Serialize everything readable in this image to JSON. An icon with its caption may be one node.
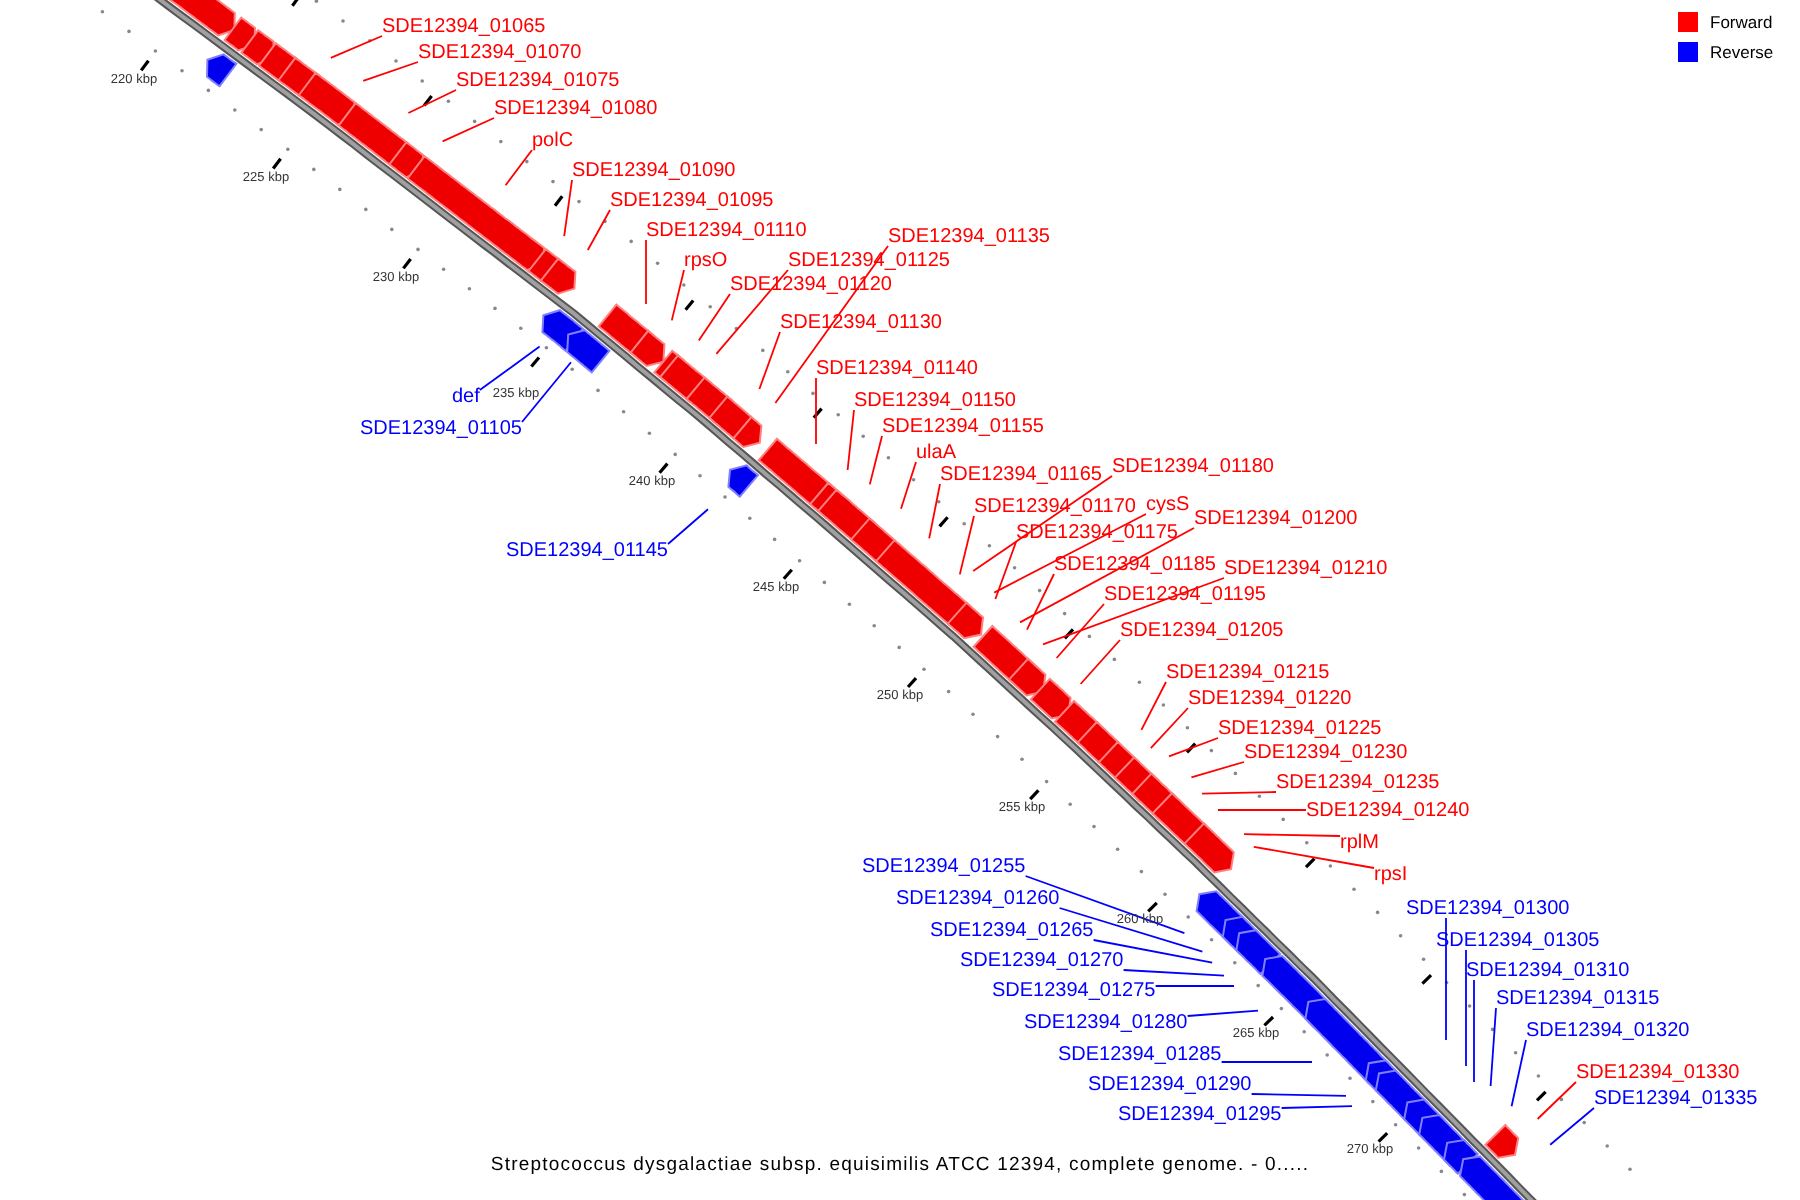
{
  "diagram": {
    "caption": "Streptococcus dysgalactiae subsp. equisimilis ATCC 12394, complete genome. - 0.....",
    "nodes": [
      {
        "text": [
          "SDE12394_01065"
        ]
      },
      {
        "text": [
          "SDE12394_01070"
        ]
      },
      {
        "text": [
          "SDE12394_01075"
        ]
      },
      {
        "text": [
          "SDE12394_01080"
        ]
      },
      {
        "text": [
          "polC"
        ]
      },
      {
        "text": [
          "SDE12394_01090"
        ]
      },
      {
        "text": [
          "SDE12394_01095"
        ]
      },
      {
        "text": [
          "SDE12394_01110"
        ]
      },
      {
        "text": [
          "SDE12394_01135"
        ]
      },
      {
        "text": [
          "rpsO"
        ]
      },
      {
        "text": [
          "SDE12394_01125"
        ]
      },
      {
        "text": [
          "SDE12394_01120"
        ]
      },
      {
        "text": [
          "SDE12394_01130"
        ]
      },
      {
        "text": [
          "SDE12394_01140"
        ]
      },
      {
        "text": [
          "def"
        ]
      },
      {
        "text": [
          "SDE12394_01150"
        ]
      },
      {
        "text": [
          "SDE12394_01105"
        ]
      },
      {
        "text": [
          "SDE12394_01155"
        ]
      },
      {
        "text": [
          "ulaA"
        ]
      },
      {
        "text": [
          "SDE12394_01180"
        ]
      },
      {
        "text": [
          "SDE12394_01165"
        ]
      },
      {
        "text": [
          "cysS"
        ]
      },
      {
        "text": [
          "SDE12394_01170"
        ]
      },
      {
        "text": [
          "SDE12394_01200"
        ]
      },
      {
        "text": [
          "SDE12394_01175"
        ]
      },
      {
        "text": [
          "SDE12394_01145"
        ]
      },
      {
        "text": [
          "SDE12394_01185"
        ]
      },
      {
        "text": [
          "SDE12394_01210"
        ]
      },
      {
        "text": [
          "SDE12394_01195"
        ]
      },
      {
        "text": [
          "SDE12394_01205"
        ]
      },
      {
        "text": [
          "SDE12394_01215"
        ]
      },
      {
        "text": [
          "SDE12394_01220"
        ]
      },
      {
        "text": [
          "SDE12394_01225"
        ]
      },
      {
        "text": [
          "SDE12394_01230"
        ]
      },
      {
        "text": [
          "SDE12394_01235"
        ]
      },
      {
        "text": [
          "SDE12394_01240"
        ]
      },
      {
        "text": [
          "rplM"
        ]
      },
      {
        "text": [
          "SDE12394_01255"
        ]
      },
      {
        "text": [
          "rpsI"
        ]
      },
      {
        "text": [
          "SDE12394_01260"
        ]
      },
      {
        "text": [
          "SDE12394_01300"
        ]
      },
      {
        "text": [
          "SDE12394_01265"
        ]
      },
      {
        "text": [
          "SDE12394_01305"
        ]
      },
      {
        "text": [
          "SDE12394_01270"
        ]
      },
      {
        "text": [
          "SDE12394_01310"
        ]
      },
      {
        "text": [
          "SDE12394_01275"
        ]
      },
      {
        "text": [
          "SDE12394_01315"
        ]
      },
      {
        "text": [
          "SDE12394_01280"
        ]
      },
      {
        "text": [
          "SDE12394_01320"
        ]
      },
      {
        "text": [
          "SDE12394_01285"
        ]
      },
      {
        "text": [
          "SDE12394_01330"
        ]
      },
      {
        "text": [
          "SDE12394_01290"
        ]
      },
      {
        "text": [
          "SDE12394_01335"
        ]
      },
      {
        "text": [
          "SDE12394_01295"
        ]
      }
    ],
    "edges": [
      {
        "from": 0,
        "to": null,
        "arrow": "none"
      },
      {
        "from": 1,
        "to": null,
        "arrow": "none"
      },
      {
        "from": 2,
        "to": null,
        "arrow": "none"
      },
      {
        "from": 3,
        "to": null,
        "arrow": "none"
      },
      {
        "from": 4,
        "to": null,
        "arrow": "none"
      },
      {
        "from": 5,
        "to": null,
        "arrow": "none"
      },
      {
        "from": 6,
        "to": null,
        "arrow": "none"
      },
      {
        "from": 7,
        "to": null,
        "arrow": "none"
      },
      {
        "from": 8,
        "to": null,
        "arrow": "none"
      },
      {
        "from": 9,
        "to": null,
        "arrow": "none"
      },
      {
        "from": 10,
        "to": null,
        "arrow": "none"
      },
      {
        "from": 11,
        "to": null,
        "arrow": "none"
      },
      {
        "from": 12,
        "to": null,
        "arrow": "none"
      },
      {
        "from": 13,
        "to": null,
        "arrow": "none"
      },
      {
        "from": 14,
        "to": null,
        "arrow": "none",
        "color": "#0000ff"
      },
      {
        "from": 15,
        "to": null,
        "arrow": "none"
      },
      {
        "from": 16,
        "to": null,
        "arrow": "none",
        "color": "#0000ff"
      },
      {
        "from": 17,
        "to": null,
        "arrow": "none"
      },
      {
        "from": 18,
        "to": null,
        "arrow": "none"
      },
      {
        "from": 19,
        "to": null,
        "arrow": "none"
      },
      {
        "from": 20,
        "to": null,
        "arrow": "none"
      },
      {
        "from": 21,
        "to": null,
        "arrow": "none"
      },
      {
        "from": 22,
        "to": null,
        "arrow": "none"
      },
      {
        "from": 23,
        "to": null,
        "arrow": "none"
      },
      {
        "from": 24,
        "to": null,
        "arrow": "none"
      },
      {
        "from": 25,
        "to": null,
        "arrow": "none",
        "color": "#0000ff"
      },
      {
        "from": 26,
        "to": null,
        "arrow": "none"
      },
      {
        "from": 27,
        "to": null,
        "arrow": "none"
      },
      {
        "from": 28,
        "to": null,
        "arrow": "none"
      },
      {
        "from": 29,
        "to": null,
        "arrow": "none"
      },
      {
        "from": 30,
        "to": null,
        "arrow": "none"
      },
      {
        "from": 31,
        "to": null,
        "arrow": "none"
      },
      {
        "from": 32,
        "to": null,
        "arrow": "none"
      },
      {
        "from": 33,
        "to": null,
        "arrow": "none"
      },
      {
        "from": 34,
        "to": null,
        "arrow": "none"
      },
      {
        "from": 35,
        "to": null,
        "arrow": "none"
      },
      {
        "from": 36,
        "to": null,
        "arrow": "none"
      },
      {
        "from": 37,
        "to": null,
        "arrow": "none",
        "color": "#0000ff"
      },
      {
        "from": 38,
        "to": null,
        "arrow": "none"
      },
      {
        "from": 39,
        "to": null,
        "arrow": "none",
        "color": "#0000ff"
      },
      {
        "from": 40,
        "to": null,
        "arrow": "none",
        "color": "#0000ff"
      },
      {
        "from": 41,
        "to": null,
        "arrow": "none",
        "color": "#0000ff"
      },
      {
        "from": 42,
        "to": null,
        "arrow": "none",
        "color": "#0000ff"
      },
      {
        "from": 43,
        "to": null,
        "arrow": "none",
        "color": "#0000ff"
      },
      {
        "from": 44,
        "to": null,
        "arrow": "none",
        "color": "#0000ff"
      },
      {
        "from": 45,
        "to": null,
        "arrow": "none",
        "color": "#0000ff"
      },
      {
        "from": 46,
        "to": null,
        "arrow": "none",
        "color": "#0000ff"
      },
      {
        "from": 47,
        "to": null,
        "arrow": "none",
        "color": "#0000ff"
      },
      {
        "from": 48,
        "to": null,
        "arrow": "none",
        "color": "#0000ff"
      },
      {
        "from": 49,
        "to": null,
        "arrow": "none",
        "color": "#0000ff"
      },
      {
        "from": 50,
        "to": null,
        "arrow": "none"
      },
      {
        "from": 51,
        "to": null,
        "arrow": "none",
        "color": "#0000ff"
      },
      {
        "from": 52,
        "to": null,
        "arrow": "none",
        "color": "#0000ff"
      },
      {
        "from": 53,
        "to": null,
        "arrow": "none",
        "color": "#0000ff"
      }
    ],
    "labels": [
      "220 kbp",
      "225 kbp",
      "230 kbp",
      "235 kbp",
      "240 kbp",
      "245 kbp",
      "250 kbp",
      "255 kbp",
      "260 kbp",
      "265 kbp",
      "270 kbp"
    ],
    "legend": [
      {
        "text": "Forward",
        "color": "#ff0000"
      },
      {
        "text": "Reverse",
        "color": "#0000ff"
      }
    ]
  }
}
